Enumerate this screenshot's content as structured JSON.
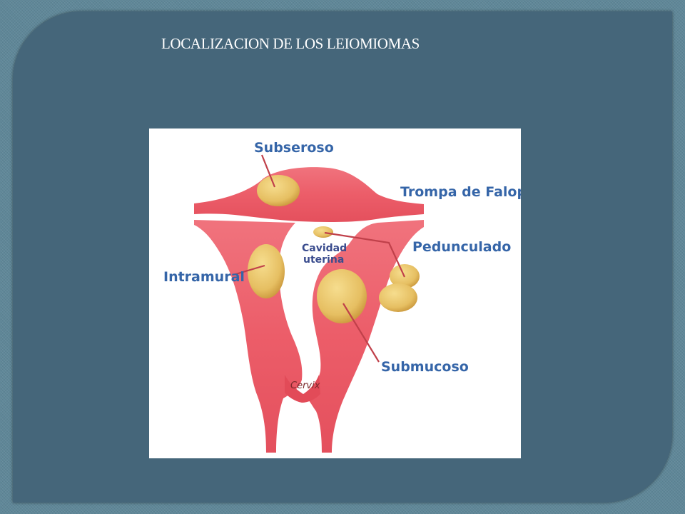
{
  "slide": {
    "title": "LOCALIZACION DE LOS LEIOMIOMAS"
  },
  "figure": {
    "labels": {
      "subseroso": "Subseroso",
      "trompa": "Trompa de Falopio",
      "cavidad_line1": "Cavidad",
      "cavidad_line2": "uterina",
      "pedunculado": "Pedunculado",
      "intramural": "Intramural",
      "submucoso": "Submucoso",
      "cervix": "Cervix"
    },
    "colors": {
      "uterus": "#ee5a66",
      "uterus_light": "#f59aa0",
      "fibroid": "#e8c46a",
      "fibroid_shade": "#c99a3c",
      "label_text": "#3565a8",
      "leader_line": "#c0404a"
    }
  }
}
